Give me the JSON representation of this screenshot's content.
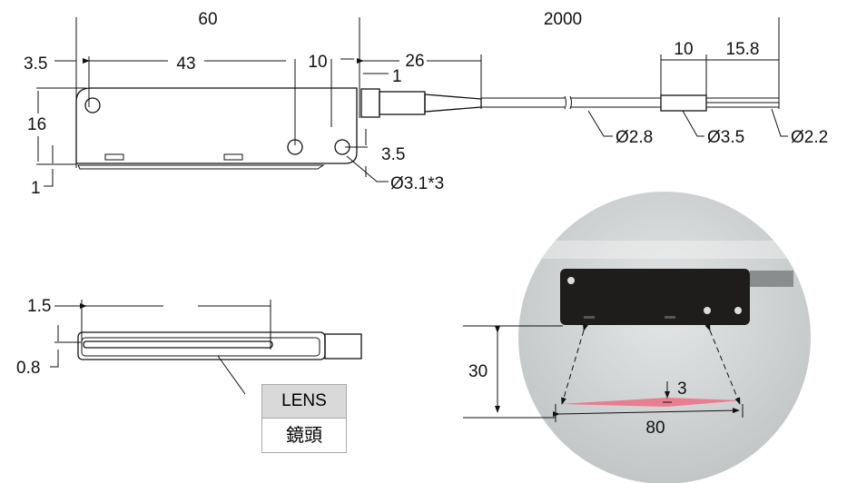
{
  "top_view": {
    "total_length": "60",
    "cable_length": "2000",
    "offset_left": "3.5",
    "hole_spacing": "43",
    "hole_spacing_right": "10",
    "connector_length": "26",
    "connector_gap": "1",
    "height": "16",
    "bottom_lip": "1",
    "hole_offset": "3.5",
    "hole_diameter": "Ø3.1*3",
    "sleeve_length": "10",
    "lead_length": "15.8",
    "cable_diameter": "Ø2.8",
    "sleeve_diameter": "Ø3.5",
    "lead_diameter": "Ø2.2"
  },
  "side_view": {
    "lens_offset": "1.5",
    "lens_height": "0.8",
    "lens_label_en": "LENS",
    "lens_label_zh": "鏡頭"
  },
  "photo": {
    "distance": "30",
    "beam_width": "80",
    "beam_thickness": "3",
    "beam_color": "#f0607a",
    "circle_color": "#cfd2d3"
  }
}
